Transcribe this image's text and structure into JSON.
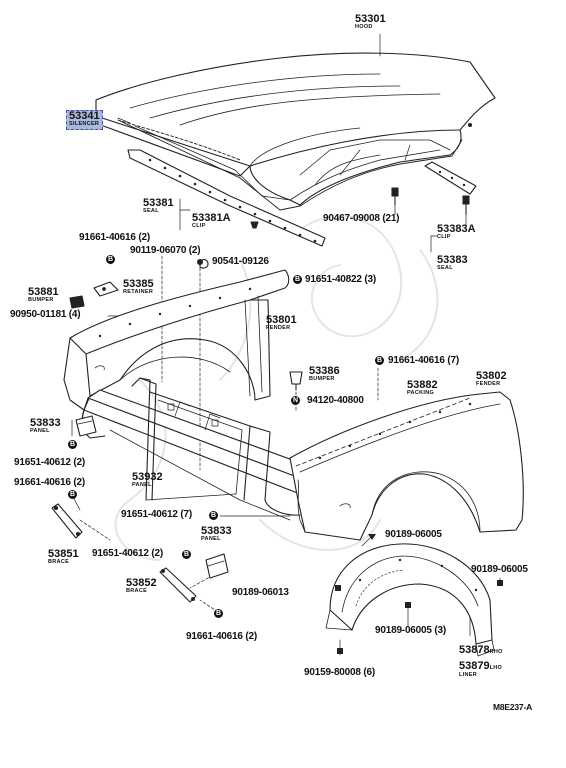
{
  "diagram_code": "M8E237-A",
  "parts": [
    {
      "num": "53301",
      "name": "HOOD"
    },
    {
      "num": "53341",
      "name": "SILENCER",
      "highlighted": true
    },
    {
      "num": "53381",
      "name": "SEAL"
    },
    {
      "num": "53381A",
      "name": "CLIP"
    },
    {
      "num": "53383A",
      "name": "CLIP"
    },
    {
      "num": "53383",
      "name": "SEAL"
    },
    {
      "num": "90467-09008 (21)"
    },
    {
      "num": "91661-40616 (2)"
    },
    {
      "num": "90119-06070 (2)"
    },
    {
      "num": "90541-09126"
    },
    {
      "num": "91651-40822 (3)"
    },
    {
      "num": "53881",
      "name": "BUMPER"
    },
    {
      "num": "53385",
      "name": "RETAINER"
    },
    {
      "num": "90950-01181 (4)"
    },
    {
      "num": "53801",
      "name": "FENDER"
    },
    {
      "num": "53386",
      "name": "BUMPER"
    },
    {
      "num": "91661-40616 (7)"
    },
    {
      "num": "53802",
      "name": "FENDER"
    },
    {
      "num": "53882",
      "name": "PACKING"
    },
    {
      "num": "94120-40800"
    },
    {
      "num": "53833",
      "name": "PANEL"
    },
    {
      "num": "91651-40612 (2)"
    },
    {
      "num": "91661-40616 (2)"
    },
    {
      "num": "53932",
      "name": "PANEL"
    },
    {
      "num": "53851",
      "name": "BRACE"
    },
    {
      "num": "91651-40612 (7)"
    },
    {
      "num": "53833",
      "name": "PANEL"
    },
    {
      "num": "91651-40612 (2)"
    },
    {
      "num": "90189-06005"
    },
    {
      "num": "53852",
      "name": "BRACE"
    },
    {
      "num": "90189-06013"
    },
    {
      "num": "91661-40616 (2)"
    },
    {
      "num": "90189-06005"
    },
    {
      "num": "90189-06005 (3)"
    },
    {
      "num": "53878",
      "name": "RHO"
    },
    {
      "num": "53879",
      "name": "LHO"
    },
    {
      "num": "LINER"
    },
    {
      "num": "90159-80008 (6)"
    }
  ],
  "badges": {
    "bolt": "B",
    "nut": "N"
  }
}
